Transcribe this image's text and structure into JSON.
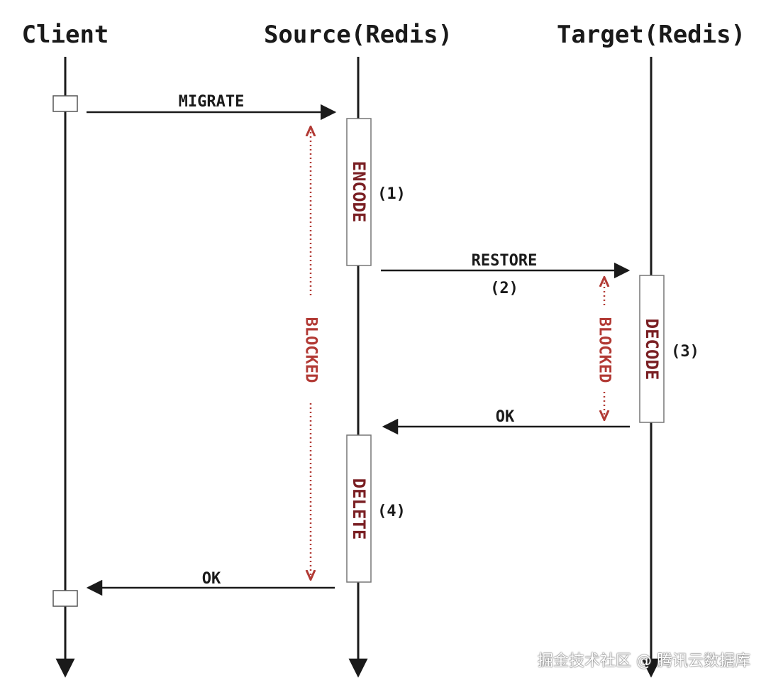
{
  "participants": {
    "client": "Client",
    "source": "Source(Redis)",
    "target": "Target(Redis)"
  },
  "messages": {
    "migrate": "MIGRATE",
    "restore": "RESTORE",
    "restore_step": "(2)",
    "ok_target": "OK",
    "ok_client": "OK"
  },
  "activations": {
    "encode": "ENCODE",
    "encode_step": "(1)",
    "decode": "DECODE",
    "decode_step": "(3)",
    "delete": "DELETE",
    "delete_step": "(4)"
  },
  "blocked": {
    "source": "BLOCKED",
    "target": "BLOCKED"
  },
  "colors": {
    "line": "#1a1a1a",
    "activation_text": "#7a1f23",
    "blocked": "#b23a35"
  },
  "watermark": "掘金技术社区 @ 腾讯云数据库"
}
